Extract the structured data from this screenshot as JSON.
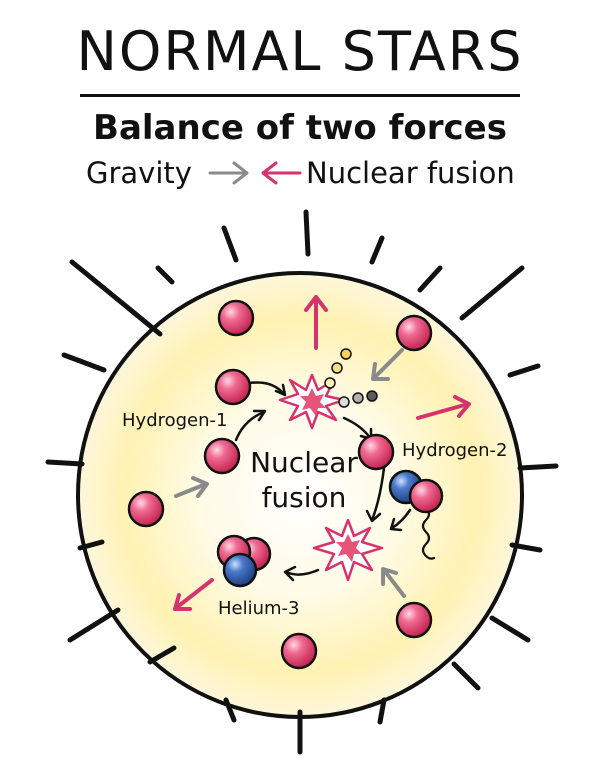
{
  "title": "NORMAL STARS",
  "subtitle": "Balance of two forces",
  "forces": {
    "gravity_label": "Gravity",
    "fusion_label": "Nuclear fusion",
    "gravity_color": "#8a8a8a",
    "fusion_color": "#d6336c"
  },
  "diagram": {
    "center_label_line1": "Nuclear",
    "center_label_line2": "fusion",
    "labels": {
      "hydrogen1": "Hydrogen-1",
      "hydrogen2": "Hydrogen-2",
      "helium3": "Helium-3"
    },
    "colors": {
      "proton": "#e8537a",
      "neutron": "#2f5fb0",
      "star_glow": "#fff3b8",
      "outline": "#111111"
    }
  }
}
